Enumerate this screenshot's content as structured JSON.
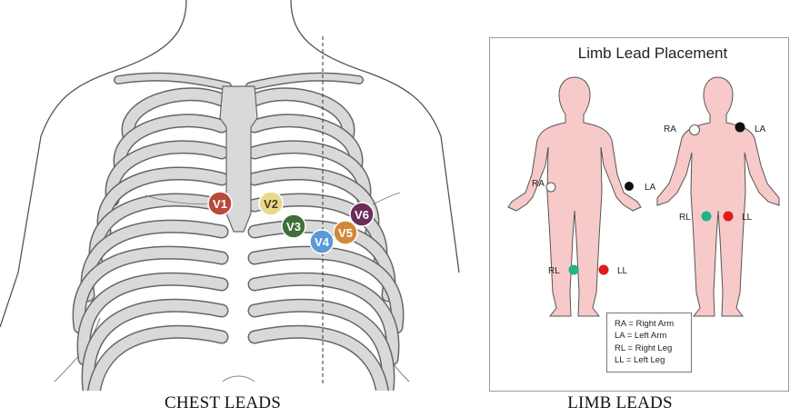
{
  "captions": {
    "chest": "CHEST LEADS",
    "limb": "LIMB LEADS"
  },
  "chest_leads": [
    "V1",
    "V2",
    "V3",
    "V4",
    "V5",
    "V6"
  ],
  "limb_panel": {
    "title": "Limb Lead Placement",
    "labels": {
      "ra": "RA",
      "la": "LA",
      "rl": "RL",
      "ll": "LL"
    },
    "legend": [
      "RA = Right Arm",
      "LA = Left Arm",
      "RL = Right Leg",
      "LL = Left Leg"
    ]
  },
  "colors": {
    "v1": "#b84a3a",
    "v2": "#e8d98a",
    "v3": "#3f6f3a",
    "v4": "#5a9ad6",
    "v5": "#d08a3a",
    "v6": "#6b2d5c",
    "skin": "#f7c9c9",
    "bone": "#d9d9d9",
    "rl_green": "#20b386",
    "ll_red": "#e01b1b",
    "la_black": "#111111",
    "ra_white": "#ffffff"
  }
}
